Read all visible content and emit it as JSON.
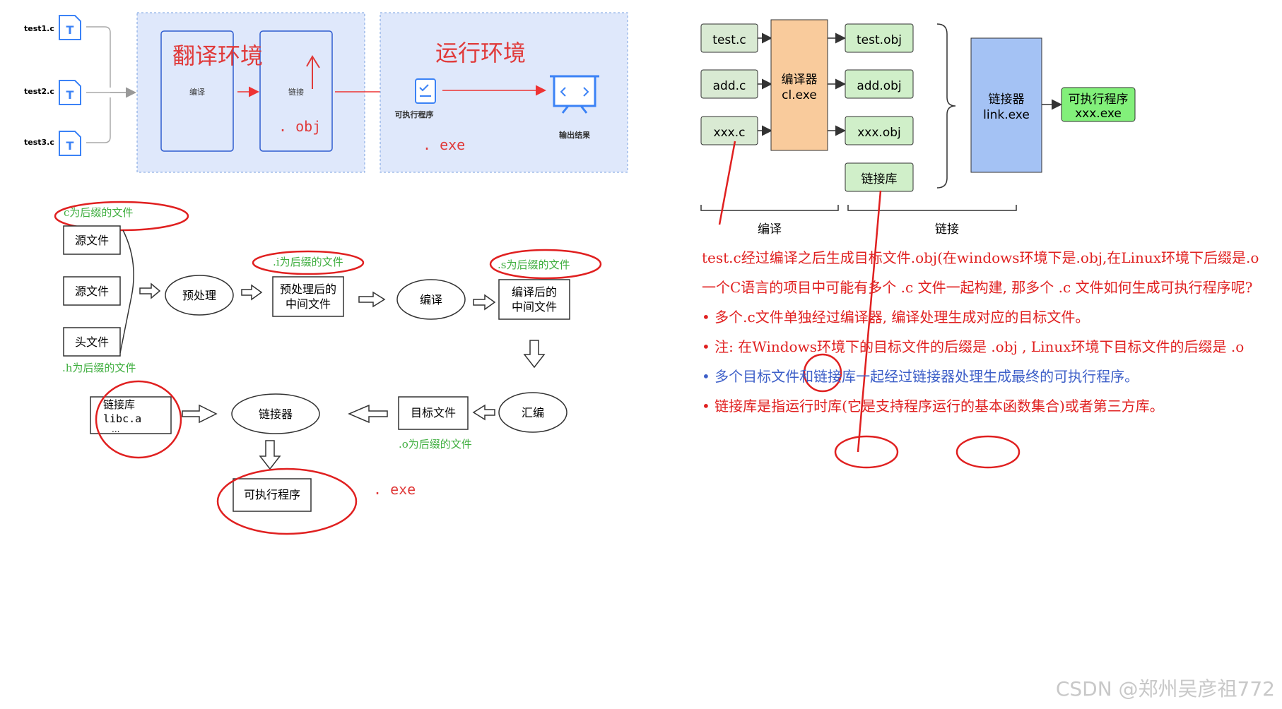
{
  "top_left": {
    "files": [
      "test1.c",
      "test2.c",
      "test3.c"
    ],
    "translate_env_title": "翻译环境",
    "compile_label": "编译",
    "link_label": "链接",
    "obj_label": ". obj",
    "executable_label": "可执行程序",
    "exe_label": ". exe",
    "run_env_title": "运行环境",
    "output_label": "输出结果"
  },
  "top_right": {
    "sources": [
      "test.c",
      "add.c",
      "xxx.c"
    ],
    "compiler": [
      "编译器",
      "cl.exe"
    ],
    "objects": [
      "test.obj",
      "add.obj",
      "xxx.obj"
    ],
    "library": "链接库",
    "linker": [
      "链接器",
      "link.exe"
    ],
    "executable": [
      "可执行程序",
      "xxx.exe"
    ],
    "compile_caption": "编译",
    "link_caption": "链接"
  },
  "bottom_left": {
    "c_suffix": "c为后缀的文件",
    "source1": "源文件",
    "source2": "源文件",
    "header": "头文件",
    "h_suffix": ".h为后缀的文件",
    "preprocess": "预处理",
    "i_suffix": ".i为后缀的文件",
    "preprocessed": [
      "预处理后的",
      "中间文件"
    ],
    "compile": "编译",
    "s_suffix": ".s为后缀的文件",
    "compiled": [
      "编译后的",
      "中间文件"
    ],
    "assemble": "汇编",
    "object_file": "目标文件",
    "o_suffix": ".o为后缀的文件",
    "linker": "链接器",
    "library": [
      "链接库",
      "libc.a",
      "..."
    ],
    "executable": "可执行程序",
    "exe": ". exe"
  },
  "notes": {
    "p1": "test.c经过编译之后生成目标文件.obj(在windows环境下是.obj,在Linux环境下后缀是.o",
    "p2": "一个C语言的项目中可能有多个 .c 文件一起构建, 那多个 .c 文件如何生成可执行程序呢?",
    "b1": "• 多个.c文件单独经过编译器, 编译处理生成对应的目标文件。",
    "b2": "• 注: 在Windows环境下的目标文件的后缀是 .obj , Linux环境下目标文件的后缀是 .o",
    "b3": "• 多个目标文件和链接库一起经过链接器处理生成最终的可执行程序。",
    "b4": "• 链接库是指运行时库(它是支持程序运行的基本函数集合)或者第三方库。"
  },
  "watermark": "CSDN @郑州吴彦祖772",
  "colors": {
    "panel_blue": "#dfe8fb",
    "src_green": "#d9ead3",
    "compiler_orange": "#f9cb9c",
    "obj_green": "#d0efc9",
    "linker_blue": "#a4c2f4",
    "exe_green": "#82f07a",
    "annotation_red": "#e02020",
    "green_text": "#3fae3f",
    "blue_text": "#3d5fc8"
  }
}
